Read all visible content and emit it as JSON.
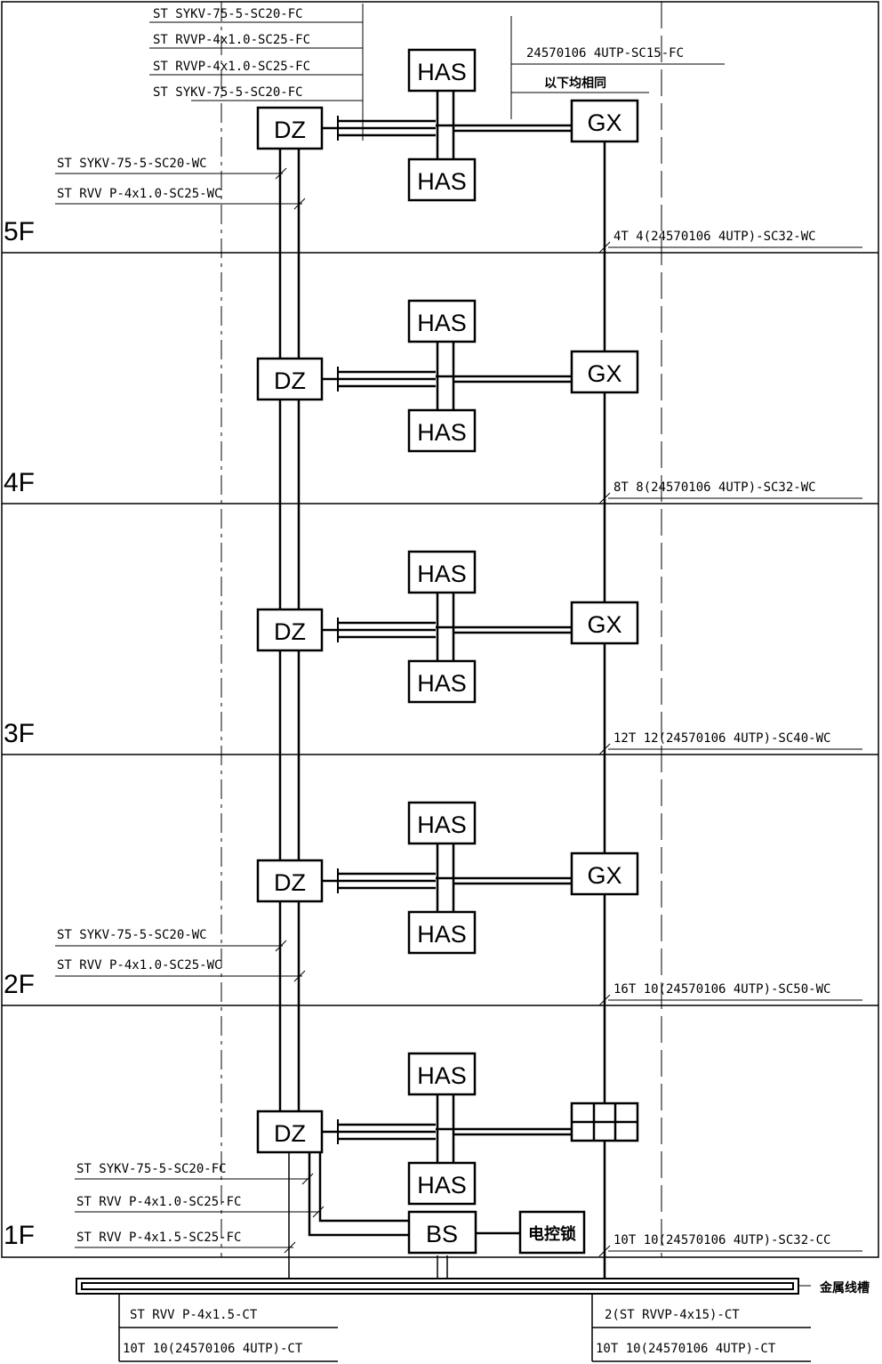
{
  "floors": [
    {
      "label": "5F",
      "gx_label": "GX",
      "gx_cable": "4T 4(24570106 4UTP)-SC32-WC"
    },
    {
      "label": "4F",
      "gx_label": "GX",
      "gx_cable": "8T 8(24570106 4UTP)-SC32-WC"
    },
    {
      "label": "3F",
      "gx_label": "GX",
      "gx_cable": "12T 12(24570106 4UTP)-SC40-WC"
    },
    {
      "label": "2F",
      "gx_label": "GX",
      "gx_cable": "16T 10(24570106 4UTP)-SC50-WC"
    },
    {
      "label": "1F",
      "gx_label": "",
      "gx_cable": "10T 10(24570106 4UTP)-SC32-CC"
    }
  ],
  "devices": {
    "dz": "DZ",
    "has": "HAS",
    "bs": "BS",
    "lock": "电控锁"
  },
  "top_left_labels": [
    "ST SYKV-75-5-SC20-FC",
    "ST RVVP-4x1.0-SC25-FC",
    "ST RVVP-4x1.0-SC25-FC",
    "ST SYKV-75-5-SC20-FC"
  ],
  "top_right_label": "24570106 4UTP-SC15-FC",
  "top_right_note": "以下均相同",
  "riser_5f_labels": [
    "ST SYKV-75-5-SC20-WC",
    "ST RVV P-4x1.0-SC25-WC"
  ],
  "riser_2f_labels": [
    "ST SYKV-75-5-SC20-WC",
    "ST RVV P-4x1.0-SC25-WC"
  ],
  "bs_labels": [
    "ST SYKV-75-5-SC20-FC",
    "ST RVV P-4x1.0-SC25-FC",
    "ST RVV P-4x1.5-SC25-FC"
  ],
  "tray_label": "金属线槽",
  "bottom_left_labels": [
    "ST RVV P-4x1.5-CT",
    "10T 10(24570106 4UTP)-CT"
  ],
  "bottom_right_labels": [
    "2(ST RVVP-4x15)-CT",
    "10T 10(24570106 4UTP)-CT"
  ]
}
